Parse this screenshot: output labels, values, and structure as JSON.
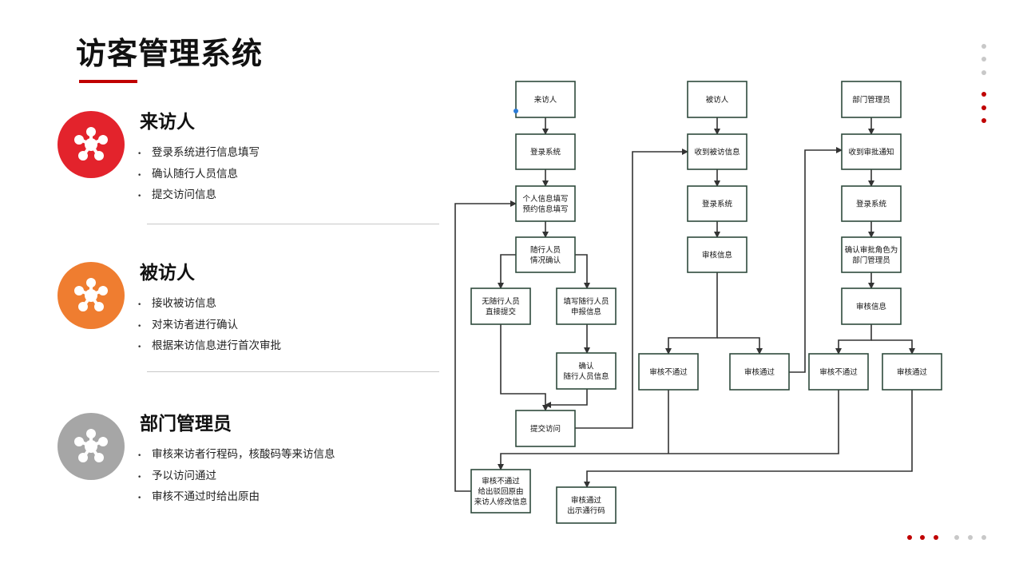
{
  "title": "访客管理系统",
  "sections": [
    {
      "title": "来访人",
      "color": "#e3232c",
      "bullets": [
        "登录系统进行信息填写",
        "确认随行人员信息",
        "提交访问信息"
      ]
    },
    {
      "title": "被访人",
      "color": "#ef7d30",
      "bullets": [
        "接收被访信息",
        "对来访者进行确认",
        "根据来访信息进行首次审批"
      ]
    },
    {
      "title": "部门管理员",
      "color": "#a6a6a6",
      "bullets": [
        "审核来访者行程码，核酸码等来访信息",
        "予以访问通过",
        "审核不通过时给出原由"
      ]
    }
  ],
  "icons": {
    "section_icon": "network-node-icon"
  },
  "colors": {
    "accent": "#c00000",
    "node_border": "#2e4a3c",
    "inactive_dot": "#c8c8c8"
  },
  "flowchart": {
    "visitor_header": [
      "来访人"
    ],
    "login_visitor": [
      "登录系统"
    ],
    "fill_info": [
      "个人信息填写",
      "预约信息填写"
    ],
    "companion_check": [
      "随行人员",
      "情况确认"
    ],
    "no_companion": [
      "无随行人员",
      "直接提交"
    ],
    "fill_companion": [
      "填写随行人员",
      "申报信息"
    ],
    "confirm_companion": [
      "确认",
      "随行人员信息"
    ],
    "submit_visit": [
      "提交访问"
    ],
    "visited_header": [
      "被访人"
    ],
    "receive_visit": [
      "收到被访信息"
    ],
    "login_visited": [
      "登录系统"
    ],
    "review_visited": [
      "审核信息"
    ],
    "visited_reject": [
      "审核不通过"
    ],
    "visited_pass": [
      "审核通过"
    ],
    "admin_header": [
      "部门管理员"
    ],
    "receive_approval": [
      "收到审批通知"
    ],
    "login_admin": [
      "登录系统"
    ],
    "confirm_role": [
      "确认审批角色为",
      "部门管理员"
    ],
    "review_admin": [
      "审核信息"
    ],
    "admin_reject": [
      "审核不通过"
    ],
    "admin_pass": [
      "审核通过"
    ],
    "rejected_final": [
      "审核不通过",
      "给出驳回原由",
      "来访人修改信息"
    ],
    "approved_final": [
      "审核通过",
      "出示通行码"
    ]
  }
}
